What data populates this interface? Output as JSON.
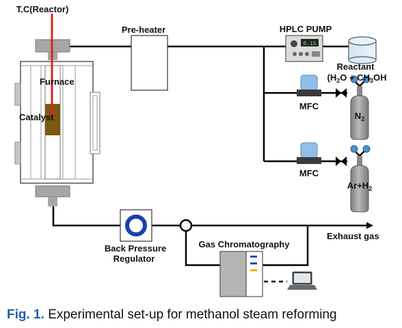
{
  "labels": {
    "tc_reactor": "T.C(Reactor)",
    "furnace": "Furnace",
    "catalyst": "Catalyst",
    "preheater": "Pre-heater",
    "hplc_pump": "HPLC PUMP",
    "pump_display": "0.15",
    "reactant_line1": "Reactant",
    "reactant_line2_prefix": "(H",
    "reactant_line2_sub1": "2",
    "reactant_line2_mid": "O + CH",
    "reactant_line2_sub2": "3",
    "reactant_line2_suffix": "OH",
    "mfc_top": "MFC",
    "mfc_bottom": "MFC",
    "n2_main": "N",
    "n2_sub": "2",
    "arh2_main": "Ar+H",
    "arh2_sub": "2",
    "back_pressure_line1": "Back Pressure",
    "back_pressure_line2": "Regulator",
    "gas_chromatography": "Gas Chromatography",
    "exhaust_gas": "Exhaust gas"
  },
  "caption": {
    "fig_label": "Fig. 1.",
    "text": "Experimental set-up for methanol steam reforming"
  },
  "colors": {
    "line": "#000000",
    "thermocouple": "#e02020",
    "catalyst": "#7a5a10",
    "cylinder": "#9a9a9a",
    "valve_knob": "#4a90d0",
    "mfc_top": "#8fbfe8",
    "caption_accent": "#1f5fa6",
    "gc_accent_blue": "#1f4fbf",
    "gc_accent_yellow": "#e8b800",
    "bpr_ring": "#1a3fb0"
  }
}
